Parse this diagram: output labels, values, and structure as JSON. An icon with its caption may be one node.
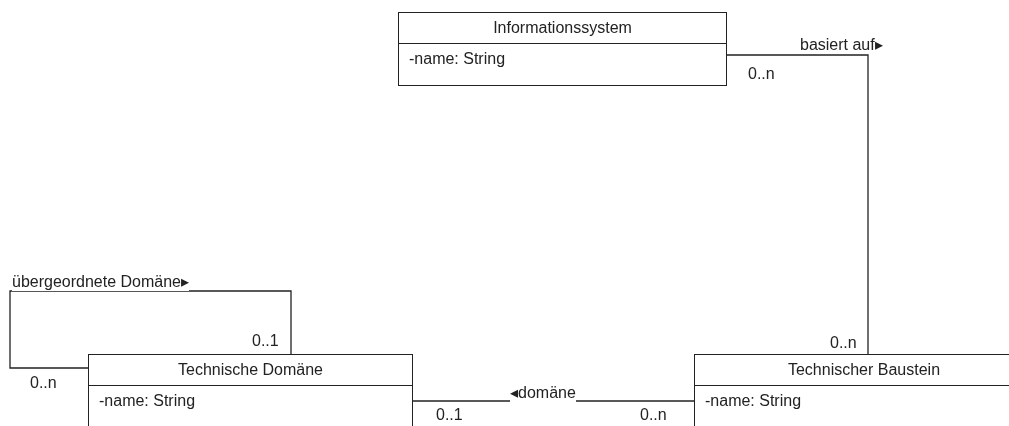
{
  "diagram": {
    "nodes": [
      {
        "text": [
          "Informationssystem",
          "-name: String"
        ]
      },
      {
        "text": [
          "Technische Domäne",
          "-name: String"
        ]
      },
      {
        "text": [
          "Technischer Baustein",
          "-name: String"
        ]
      }
    ],
    "edges": [
      {
        "from": 0,
        "to": 2,
        "arrow": "none",
        "label": "basiert auf▸"
      },
      {
        "from": 1,
        "to": 1,
        "arrow": "none",
        "label": "übergeordnete Domäne▸"
      },
      {
        "from": 1,
        "to": 2,
        "arrow": "none",
        "label": "◂domäne"
      }
    ],
    "labels": [
      "0..n",
      "0..n",
      "0..1",
      "0..n",
      "0..1",
      "0..n"
    ]
  }
}
